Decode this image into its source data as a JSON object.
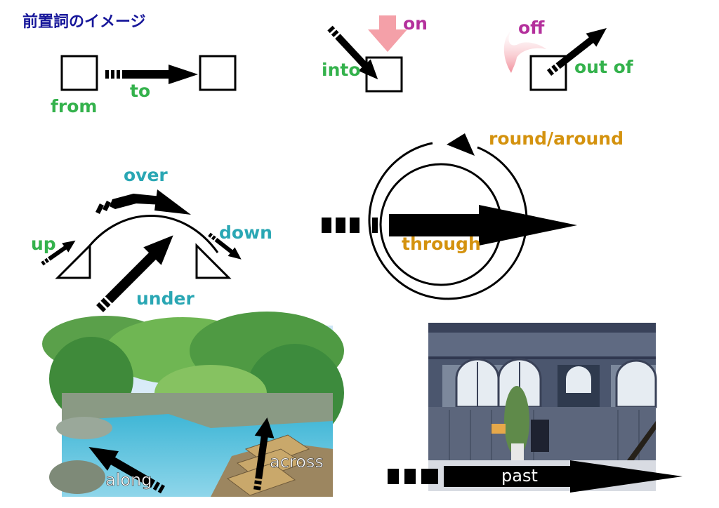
{
  "title": "前置詞のイメージ",
  "colors": {
    "title": "#17179a",
    "green": "#34b24c",
    "magenta": "#b4309c",
    "teal": "#2aa7b4",
    "orange": "#d4920e",
    "pink": "#f4a0a8",
    "black": "#000000"
  },
  "labels": {
    "from": "from",
    "to": "to",
    "on": "on",
    "into": "into",
    "off": "off",
    "out_of": "out of",
    "round_around": "round/around",
    "over": "over",
    "up": "up",
    "down": "down",
    "under": "under",
    "through": "through",
    "along": "along",
    "across": "across",
    "past": "past"
  },
  "icons": {
    "river_photo": "river-with-wooden-bridge-illustration",
    "storefront_photo": "storefront-illustration"
  }
}
